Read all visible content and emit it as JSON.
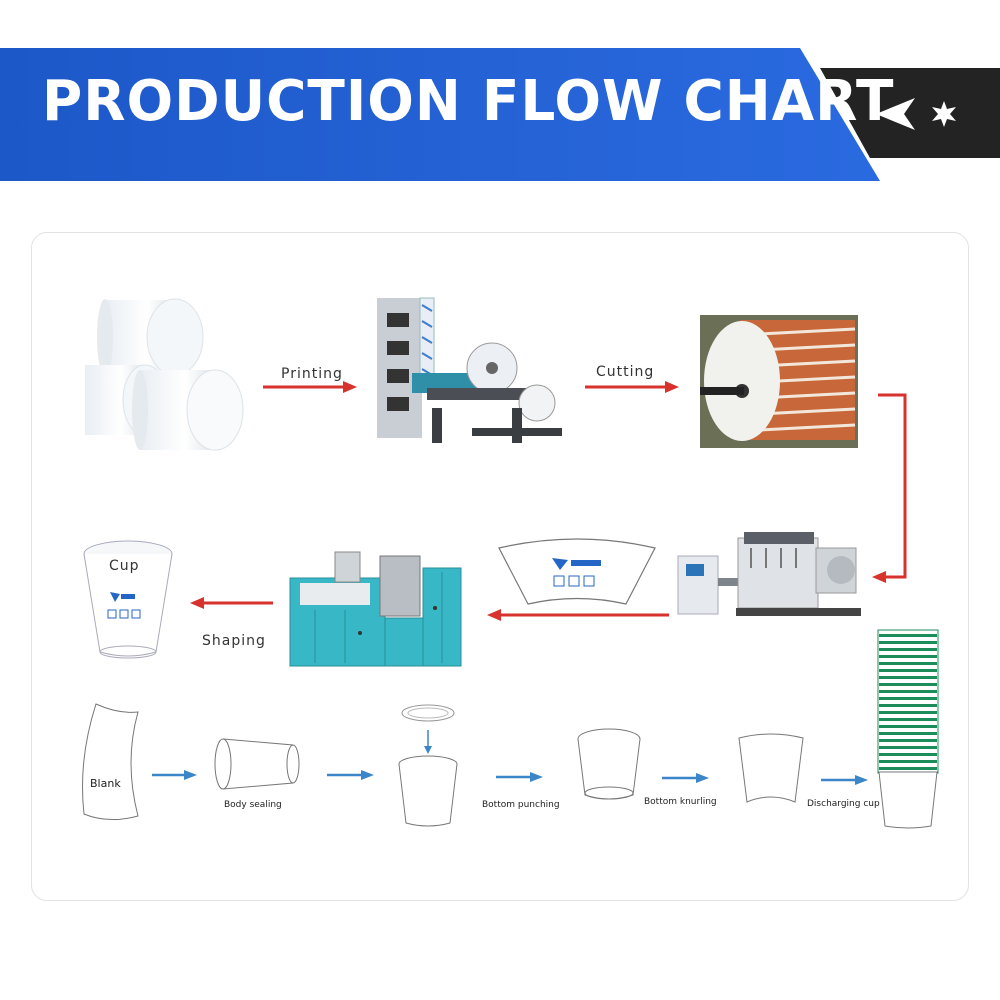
{
  "header": {
    "title": "PRODUCTION FLOW CHART"
  },
  "colors": {
    "banner_blue": "#1f5fd2",
    "banner_dark": "#232323",
    "arrow_red": "#d7322d",
    "arrow_blue": "#3a86c8"
  },
  "process_labels": {
    "printing": "Printing",
    "cutting": "Cutting",
    "shaping": "Shaping",
    "cup": "Cup"
  },
  "forming_steps": {
    "blank": "Blank",
    "body_sealing": "Body sealing",
    "bottom_punching": "Bottom punching",
    "bottom_knurling": "Bottom knurling",
    "discharging_cup": "Discharging cup"
  },
  "icons": [
    "paper-roll-icon",
    "printing-machine-icon",
    "printed-roll-icon",
    "die-cutting-machine-icon",
    "cup-fan-blank-icon",
    "cup-forming-machine-icon",
    "paper-cup-icon",
    "cup-stack-icon"
  ]
}
